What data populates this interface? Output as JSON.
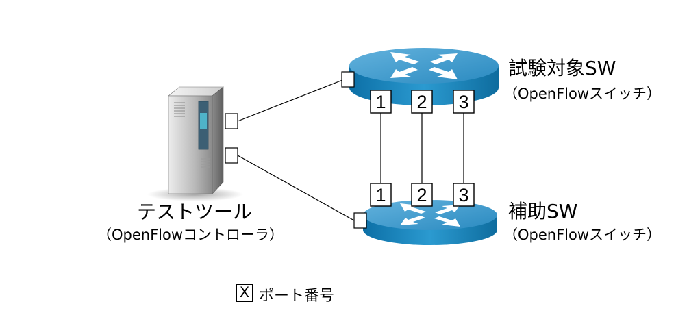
{
  "target_switch": {
    "title": "試験対象SW",
    "subtitle": "（OpenFlowスイッチ）"
  },
  "helper_switch": {
    "title": "補助SW",
    "subtitle": "（OpenFlowスイッチ）"
  },
  "test_tool": {
    "title": "テストツール",
    "subtitle": "（OpenFlowコントローラ）"
  },
  "ports": [
    "1",
    "2",
    "3"
  ],
  "legend": {
    "symbol": "X",
    "text": "ポート番号"
  },
  "colors": {
    "switch_top": "#3c93c6",
    "switch_side": "#1e86b8",
    "switch_arrow": "#ffffff",
    "line": "#000000"
  },
  "icons": {
    "server": "server-icon",
    "router": "router-icon"
  }
}
